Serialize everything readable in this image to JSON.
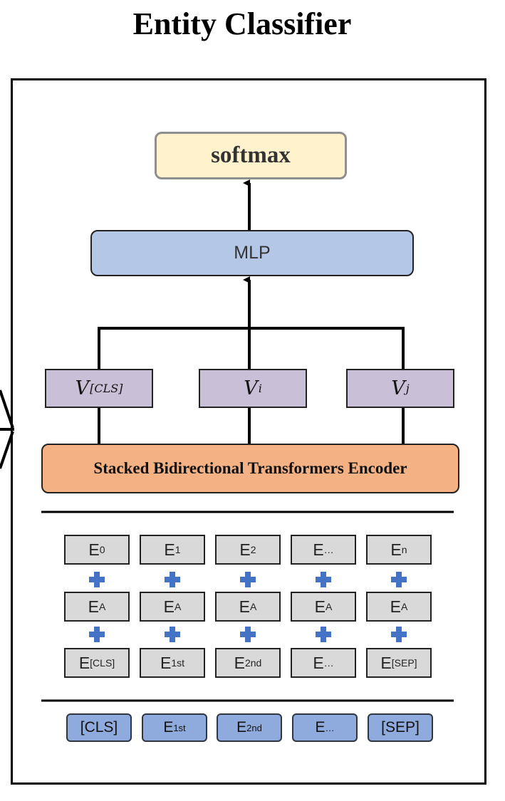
{
  "title": "Entity Classifier",
  "softmax_label": "softmax",
  "mlp_label": "MLP",
  "vectors": [
    {
      "base": "V",
      "sub": "[CLS]"
    },
    {
      "base": "V",
      "sub": "i"
    },
    {
      "base": "V",
      "sub": "j"
    }
  ],
  "encoder_label": "Stacked Bidirectional Transformers Encoder",
  "embedding_rows": [
    [
      {
        "base": "E",
        "sub": "0"
      },
      {
        "base": "E",
        "sub": "1"
      },
      {
        "base": "E",
        "sub": "2"
      },
      {
        "base": "E",
        "sub": "…"
      },
      {
        "base": "E",
        "sub": "n"
      }
    ],
    [
      {
        "base": "E",
        "sub": "A"
      },
      {
        "base": "E",
        "sub": "A"
      },
      {
        "base": "E",
        "sub": "A"
      },
      {
        "base": "E",
        "sub": "A"
      },
      {
        "base": "E",
        "sub": "A"
      }
    ],
    [
      {
        "base": "E",
        "sub": "[CLS]"
      },
      {
        "base": "E",
        "sub": "1st"
      },
      {
        "base": "E",
        "sub": "2nd"
      },
      {
        "base": "E",
        "sub": "…"
      },
      {
        "base": "E",
        "sub": "[SEP]"
      }
    ]
  ],
  "tokens": [
    {
      "base": "[CLS]",
      "sub": ""
    },
    {
      "base": "E",
      "sub": "1st"
    },
    {
      "base": "E",
      "sub": "2nd"
    },
    {
      "base": "E",
      "sub": "…"
    },
    {
      "base": "[SEP]",
      "sub": ""
    }
  ],
  "colors": {
    "softmax": "#fff2cc",
    "mlp": "#b4c7e7",
    "vector": "#c9bfd6",
    "encoder": "#f4b183",
    "embedding": "#d9d9d9",
    "token": "#8faadc",
    "plus": "#4472c4"
  }
}
